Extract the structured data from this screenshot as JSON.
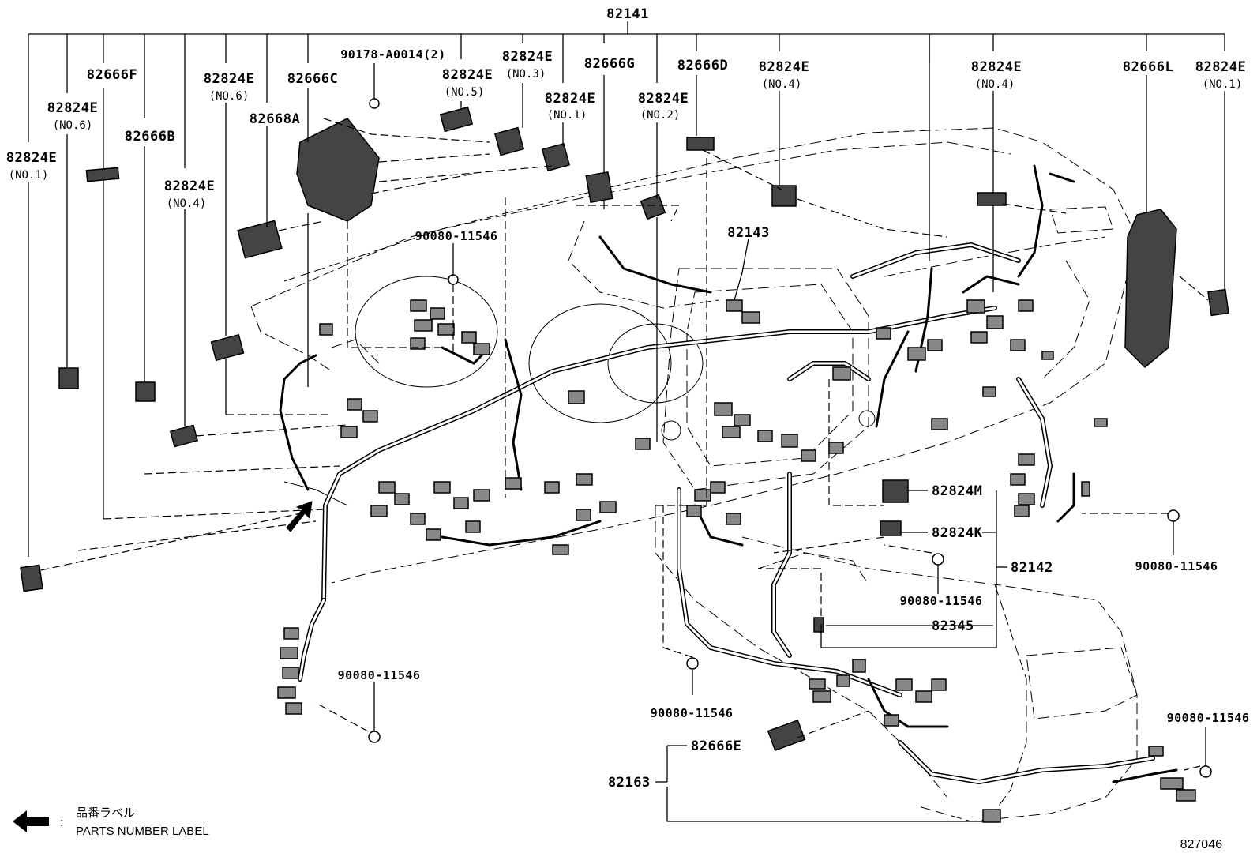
{
  "labels": {
    "p82141": "82141",
    "p82666F": "82666F",
    "p82824E_no6_top": "82824E",
    "no6_top": "(NO.6)",
    "p82666B": "82666B",
    "p82824E_no1_left": "82824E",
    "no1_left": "(NO.1)",
    "p82824E_no6_b": "82824E",
    "no6_b": "(NO.6)",
    "p82668A": "82668A",
    "p82666C": "82666C",
    "p82824E_no4_left": "82824E",
    "no4_left": "(NO.4)",
    "p90178": "90178-A0014(2)",
    "p82824E_no5": "82824E",
    "no5": "(NO.5)",
    "p82824E_no3": "82824E",
    "no3": "(NO.3)",
    "p82824E_no1_mid": "82824E",
    "no1_mid": "(NO.1)",
    "p82666G": "82666G",
    "p82824E_no2": "82824E",
    "no2": "(NO.2)",
    "p82666D": "82666D",
    "p82824E_no4_mid": "82824E",
    "no4_mid": "(NO.4)",
    "p82824E_no4_right": "82824E",
    "no4_right": "(NO.4)",
    "p82666L": "82666L",
    "p82824E_no1_right": "82824E",
    "no1_right": "(NO.1)",
    "p90080_a": "90080-11546",
    "p82143": "82143",
    "p82824M": "82824M",
    "p82824K": "82824K",
    "p82142": "82142",
    "p90080_b": "90080-11546",
    "p90080_c": "90080-11546",
    "p82345": "82345",
    "p90080_d": "90080-11546",
    "p90080_e": "90080-11546",
    "p90080_f": "90080-11546",
    "p82666E": "82666E",
    "p82163": "82163"
  },
  "legend": {
    "label_jp": "品番ラベル",
    "colon": ":",
    "label_en": "PARTS NUMBER LABEL"
  },
  "figure_id": "827046"
}
